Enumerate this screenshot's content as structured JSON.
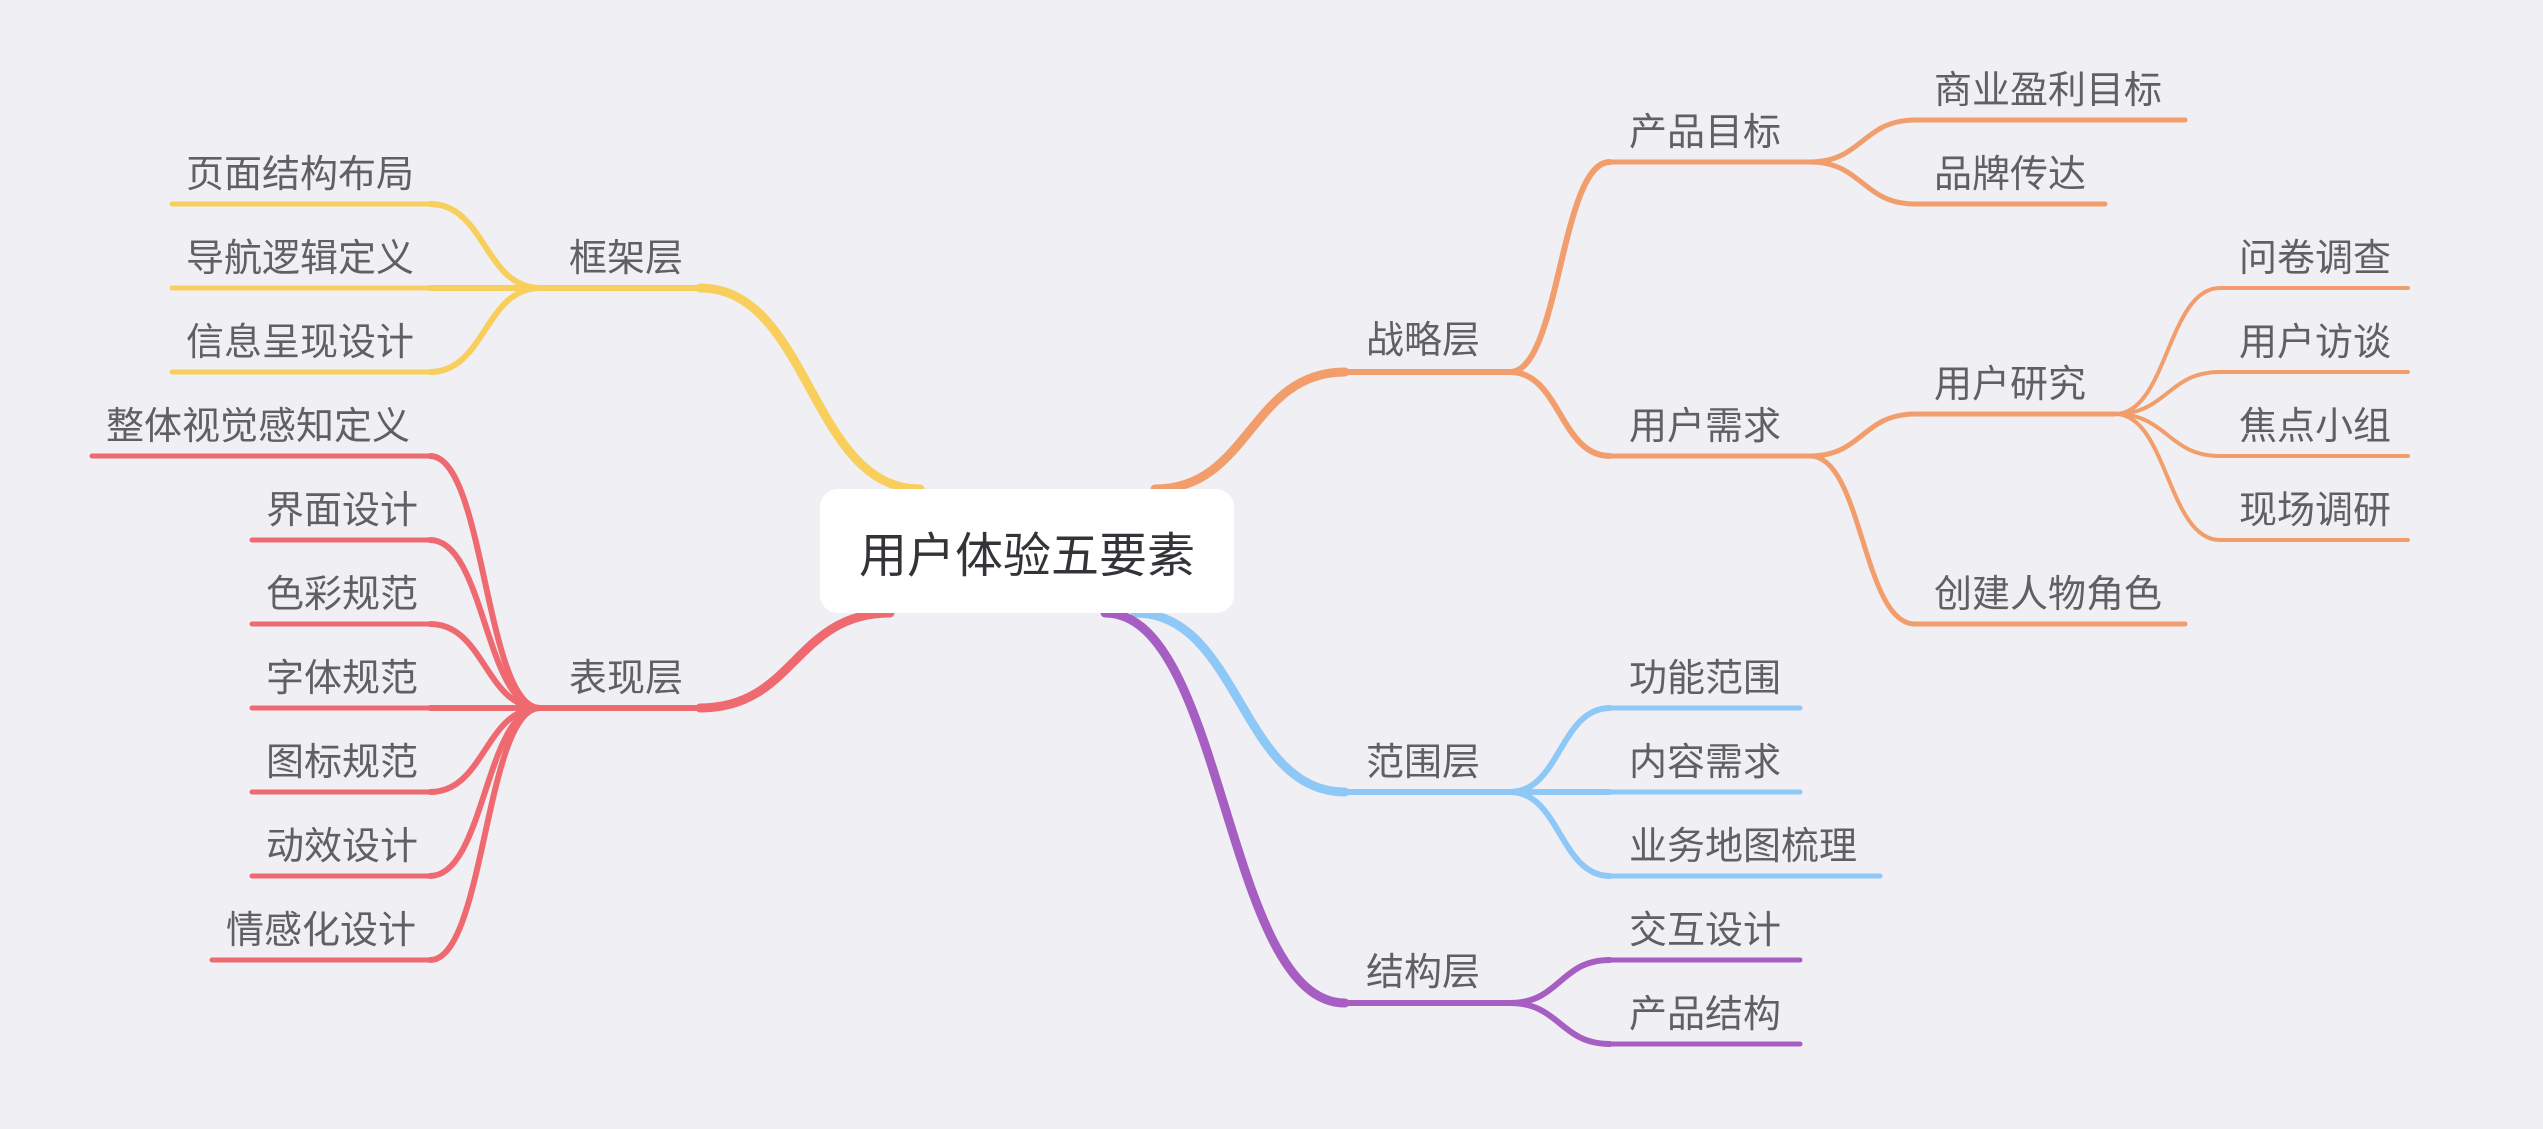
{
  "mindmap": {
    "root": "用户体验五要素",
    "colors": {
      "strategy": "#f29e6c",
      "framework": "#f8cf5c",
      "surface": "#ee6a70",
      "scope": "#8ec8f7",
      "structure": "#a65ec3"
    },
    "branches": {
      "strategy": {
        "label": "战略层",
        "product_goal": {
          "label": "产品目标",
          "children": [
            "商业盈利目标",
            "品牌传达"
          ]
        },
        "user_needs": {
          "label": "用户需求",
          "user_research": {
            "label": "用户研究",
            "children": [
              "问卷调查",
              "用户访谈",
              "焦点小组",
              "现场调研"
            ]
          },
          "persona": "创建人物角色"
        }
      },
      "framework": {
        "label": "框架层",
        "children": [
          "页面结构布局",
          "导航逻辑定义",
          "信息呈现设计"
        ]
      },
      "surface": {
        "label": "表现层",
        "children": [
          "整体视觉感知定义",
          "界面设计",
          "色彩规范",
          "字体规范",
          "图标规范",
          "动效设计",
          "情感化设计"
        ]
      },
      "scope": {
        "label": "范围层",
        "children": [
          "功能范围",
          "内容需求",
          "业务地图梳理"
        ]
      },
      "structure": {
        "label": "结构层",
        "children": [
          "交互设计",
          "产品结构"
        ]
      }
    }
  }
}
